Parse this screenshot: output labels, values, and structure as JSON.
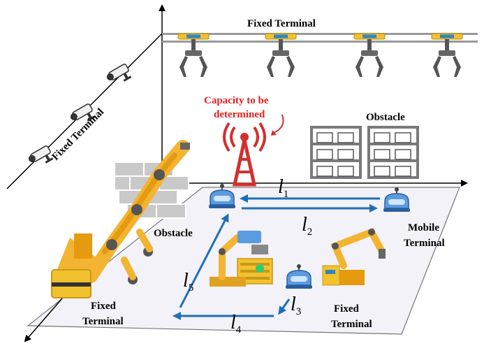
{
  "labels": {
    "fixed_top": "Fixed Terminal",
    "fixed_diag": "Fixed Terminal",
    "capacity_line1": "Capacity to be",
    "capacity_line2": "determined",
    "obstacle_right": "Obstacle",
    "obstacle_left": "Obstacle",
    "mobile_line1": "Mobile",
    "mobile_line2": "Terminal",
    "fixed_bl_line1": "Fixed",
    "fixed_bl_line2": "Terminal",
    "fixed_br_line1": "Fixed",
    "fixed_br_line2": "Terminal"
  },
  "links": [
    {
      "name": "l",
      "sub": "1"
    },
    {
      "name": "l",
      "sub": "2"
    },
    {
      "name": "l",
      "sub": "3"
    },
    {
      "name": "l",
      "sub": "4"
    },
    {
      "name": "l",
      "sub": "5"
    }
  ],
  "colors": {
    "link": "#1f6fb5",
    "floor": "#f2f2f8",
    "antenna": "#d32f2f",
    "robot_arm": "#f2b431",
    "mobile_robot": "#4a90d9",
    "rack": "#8a8a8a"
  },
  "icons": [
    "gripper-icon",
    "camera-icon",
    "antenna-icon",
    "shelf-icon",
    "brick-wall-icon",
    "mobile-robot-icon",
    "robot-arm-icon",
    "workstation-icon"
  ]
}
